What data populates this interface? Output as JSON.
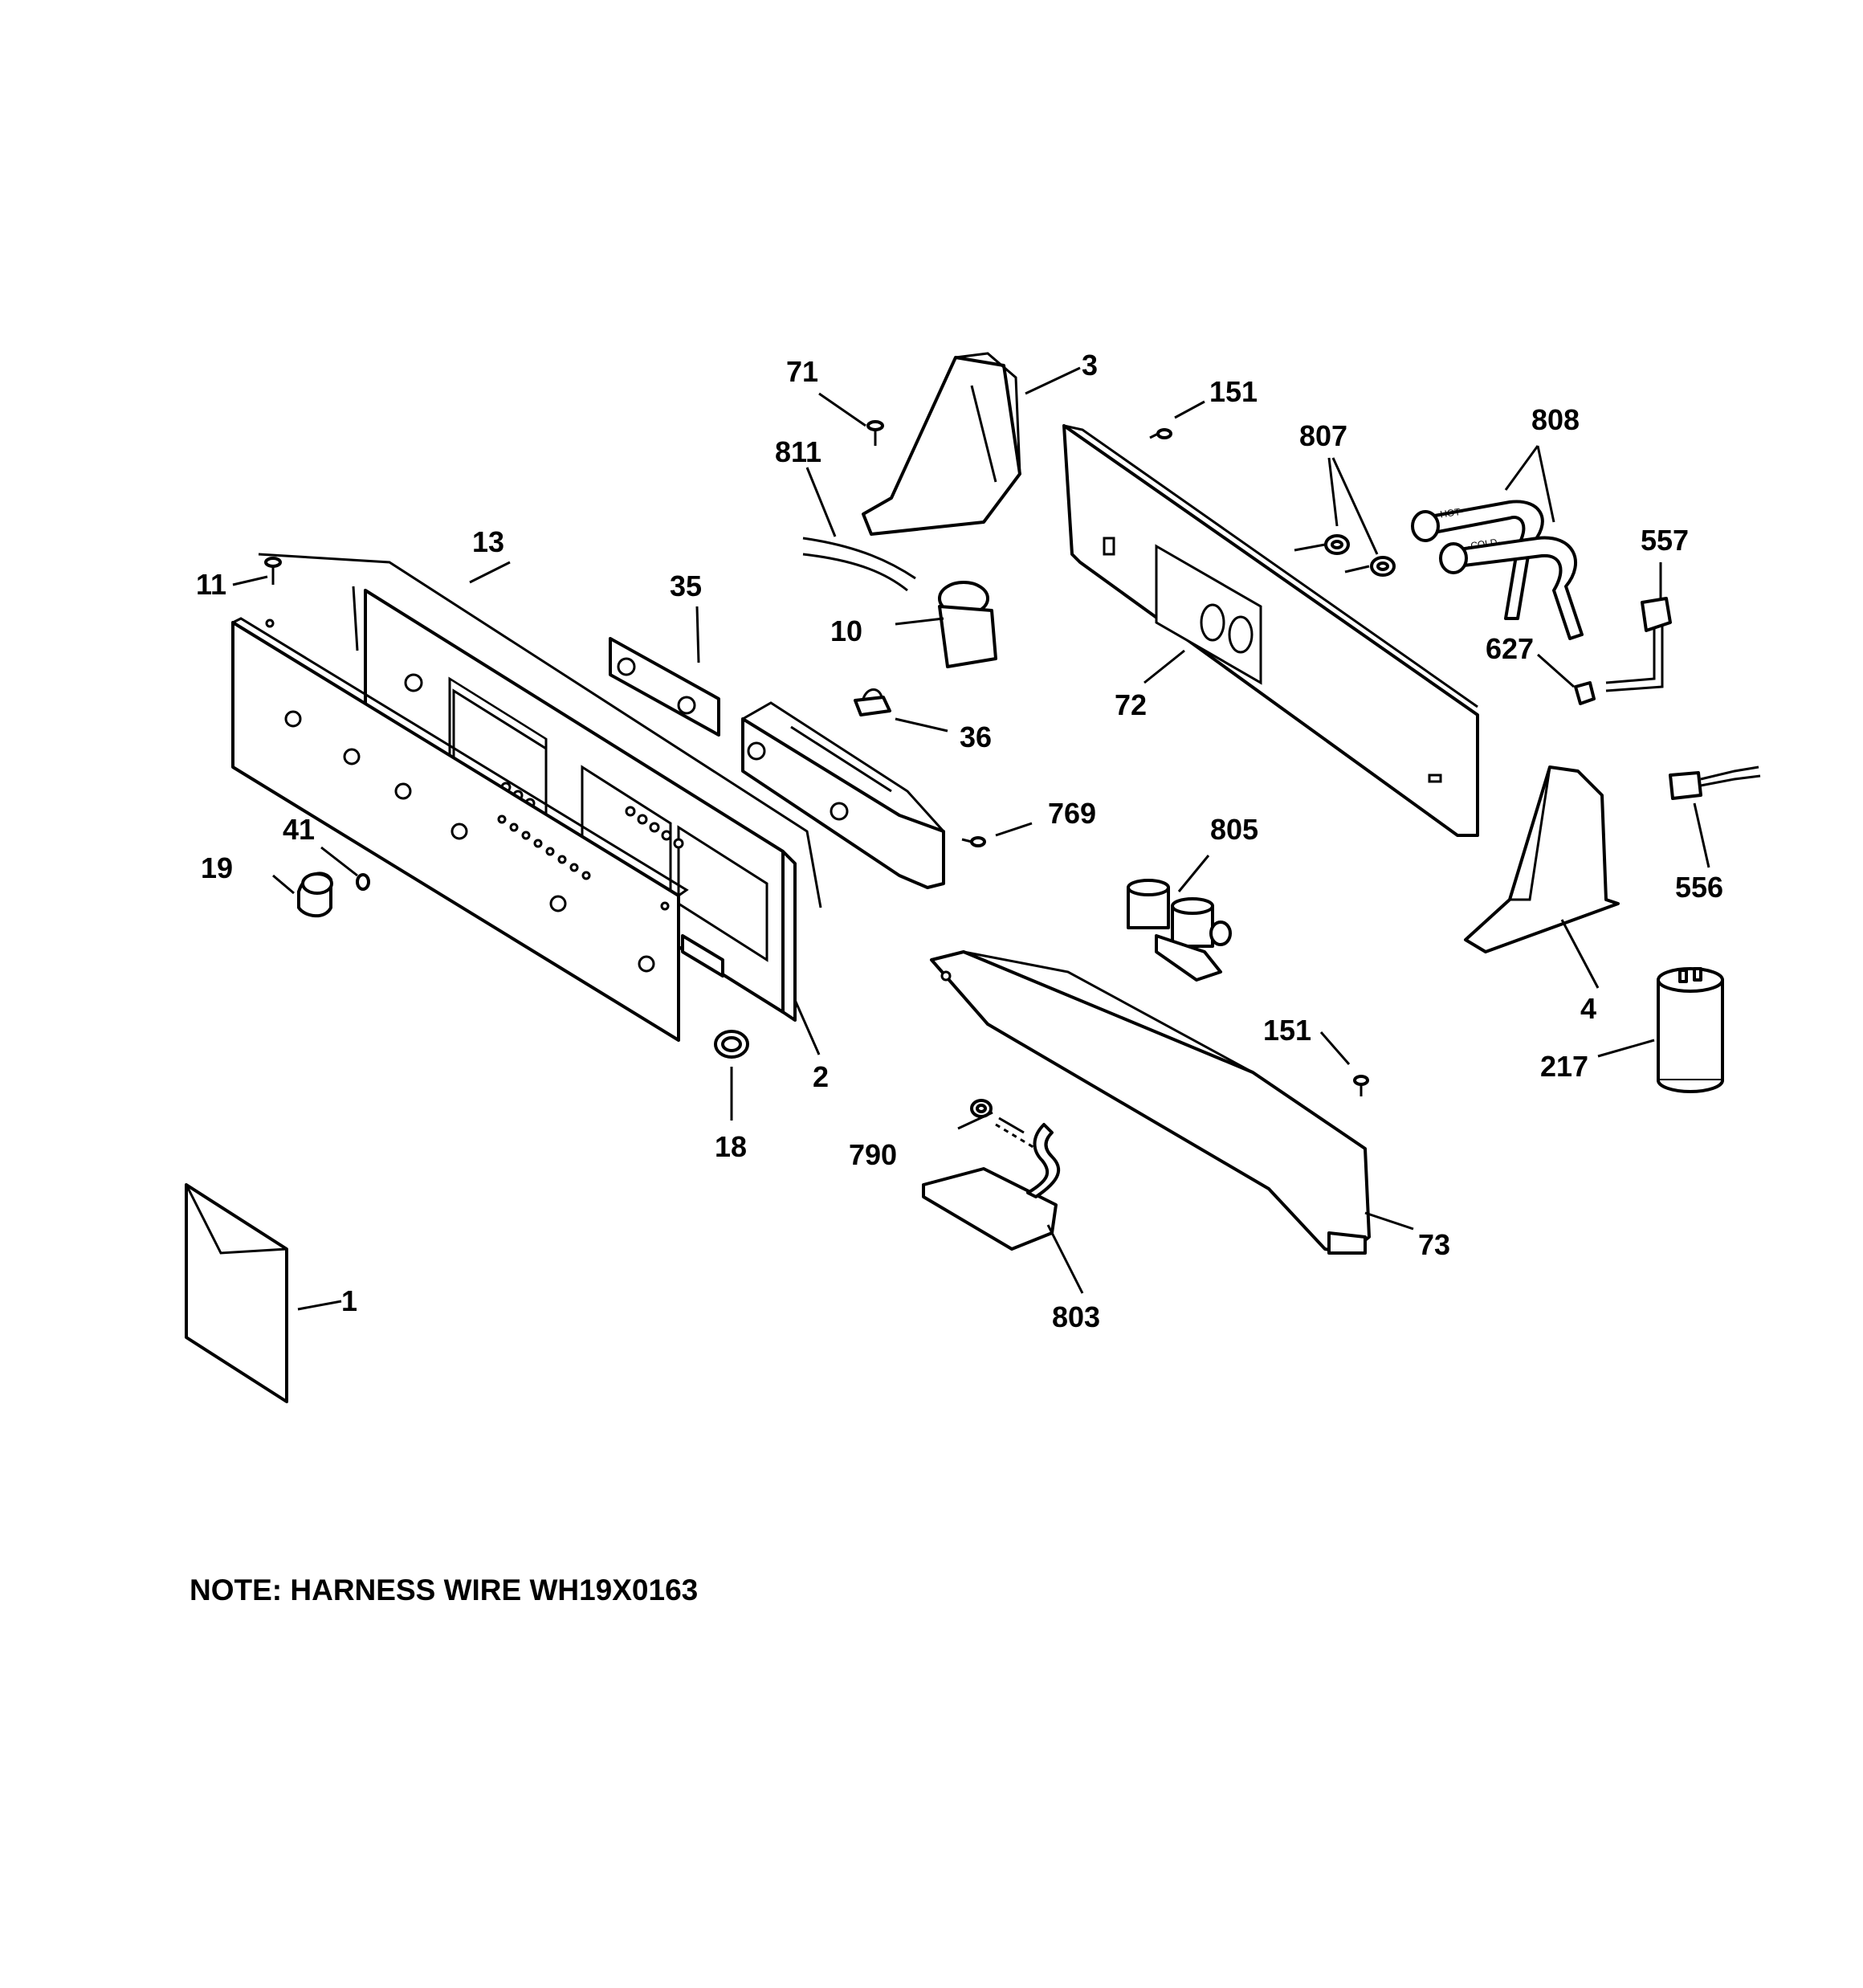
{
  "parts": [
    {
      "id": "p1",
      "number": "1"
    },
    {
      "id": "p2",
      "number": "2"
    },
    {
      "id": "p3",
      "number": "3"
    },
    {
      "id": "p4",
      "number": "4"
    },
    {
      "id": "p10",
      "number": "10"
    },
    {
      "id": "p11",
      "number": "11"
    },
    {
      "id": "p13",
      "number": "13"
    },
    {
      "id": "p18",
      "number": "18"
    },
    {
      "id": "p19",
      "number": "19"
    },
    {
      "id": "p35",
      "number": "35"
    },
    {
      "id": "p36",
      "number": "36"
    },
    {
      "id": "p41",
      "number": "41"
    },
    {
      "id": "p71",
      "number": "71"
    },
    {
      "id": "p72",
      "number": "72"
    },
    {
      "id": "p73",
      "number": "73"
    },
    {
      "id": "p151a",
      "number": "151"
    },
    {
      "id": "p151b",
      "number": "151"
    },
    {
      "id": "p217",
      "number": "217"
    },
    {
      "id": "p556",
      "number": "556"
    },
    {
      "id": "p557",
      "number": "557"
    },
    {
      "id": "p627",
      "number": "627"
    },
    {
      "id": "p769",
      "number": "769"
    },
    {
      "id": "p790",
      "number": "790"
    },
    {
      "id": "p803",
      "number": "803"
    },
    {
      "id": "p805",
      "number": "805"
    },
    {
      "id": "p807",
      "number": "807"
    },
    {
      "id": "p808",
      "number": "808"
    },
    {
      "id": "p811",
      "number": "811"
    }
  ],
  "hose_labels": {
    "hot": "-HOT-",
    "cold": "-COLD-"
  },
  "note": "NOTE: HARNESS WIRE WH19X0163"
}
